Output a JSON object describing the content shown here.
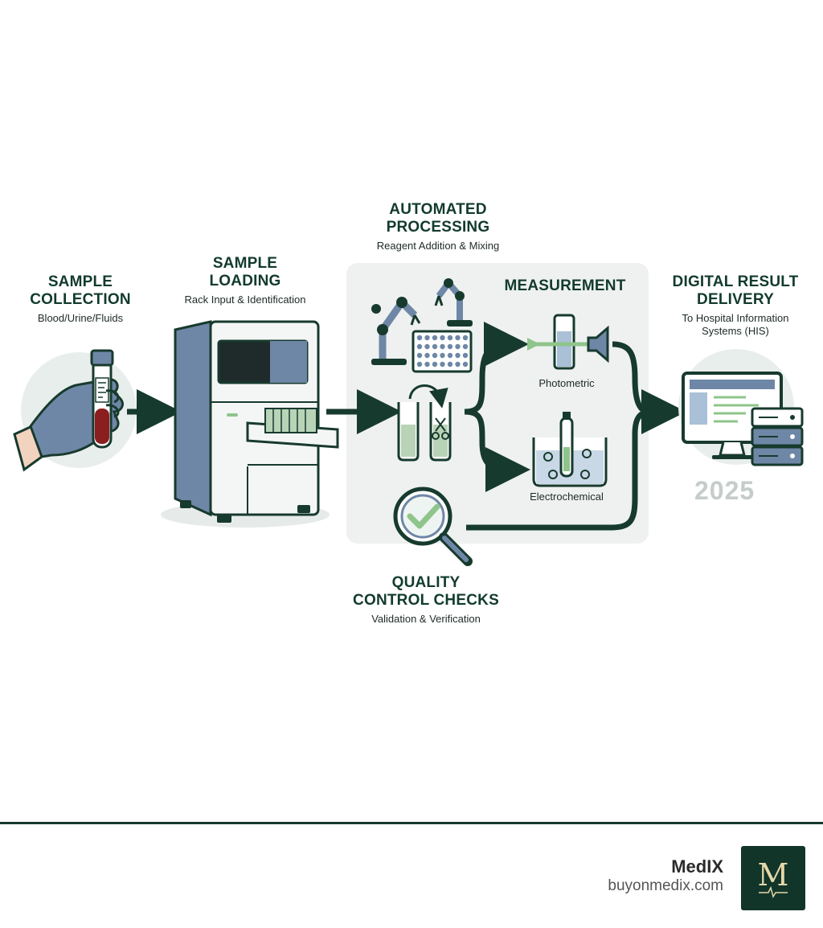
{
  "steps": {
    "collection": {
      "title_1": "SAMPLE",
      "title_2": "COLLECTION",
      "sub": "Blood/Urine/Fluids"
    },
    "loading": {
      "title_1": "SAMPLE",
      "title_2": "LOADING",
      "sub": "Rack Input & Identification"
    },
    "processing": {
      "title_1": "AUTOMATED",
      "title_2": "PROCESSING",
      "sub": "Reagent Addition & Mixing"
    },
    "measurement": {
      "title": "MEASUREMENT",
      "photometric": "Photometric",
      "electrochemical": "Electrochemical"
    },
    "delivery": {
      "title_1": "DIGITAL RESULT",
      "title_2": "DELIVERY",
      "sub_1": "To Hospital Information",
      "sub_2": "Systems (HIS)",
      "year": "2025"
    },
    "qc": {
      "title_1": "QUALITY",
      "title_2": "CONTROL CHECKS",
      "sub": "Validation & Verification"
    }
  },
  "footer": {
    "brand": "MedIX",
    "url": "buyonmedix.com",
    "logo_letter": "M"
  },
  "colors": {
    "dark_green": "#173a2e",
    "accent_green": "#8fc48b",
    "slate_blue": "#6f87a6",
    "panel": "#eef1f0",
    "blood": "#8b1f1f"
  }
}
